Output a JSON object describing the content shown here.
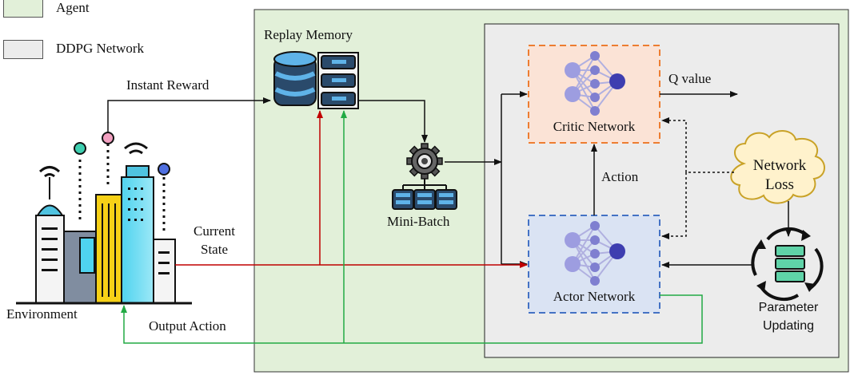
{
  "legend": [
    {
      "label": "Agent",
      "color": "#e2f0d9"
    },
    {
      "label": "DDPG Network",
      "color": "#ececec"
    }
  ],
  "labels": {
    "replay_memory": "Replay Memory",
    "instant_reward": "Instant Reward",
    "mini_batch": "Mini-Batch",
    "critic_network": "Critic Network",
    "actor_network": "Actor Network",
    "q_value": "Q value",
    "action": "Action",
    "network_loss_line1": "Network",
    "network_loss_line2": "Loss",
    "current_state_line1": "Current",
    "current_state_line2": "State",
    "environment": "Environment",
    "output_action": "Output Action",
    "parameter_line1": "Parameter",
    "parameter_line2": "Updating"
  },
  "colors": {
    "agent_bg": "#e2f0d9",
    "ddpg_bg": "#ececec",
    "critic_fill": "#fbe3d6",
    "critic_border": "#ed7d31",
    "actor_fill": "#dae3f3",
    "actor_border": "#4472c4",
    "cloud_fill": "#fff2cc",
    "cloud_border": "#c9a227",
    "state_arrow": "#c00000",
    "action_arrow": "#22aa44",
    "neural_node": "#8f8fd8"
  },
  "icons": [
    "database-icon",
    "server-icon",
    "gear-icon",
    "mini-batch-icon",
    "city-icon",
    "neural-net-icon",
    "cloud-icon",
    "cycle-icon"
  ]
}
